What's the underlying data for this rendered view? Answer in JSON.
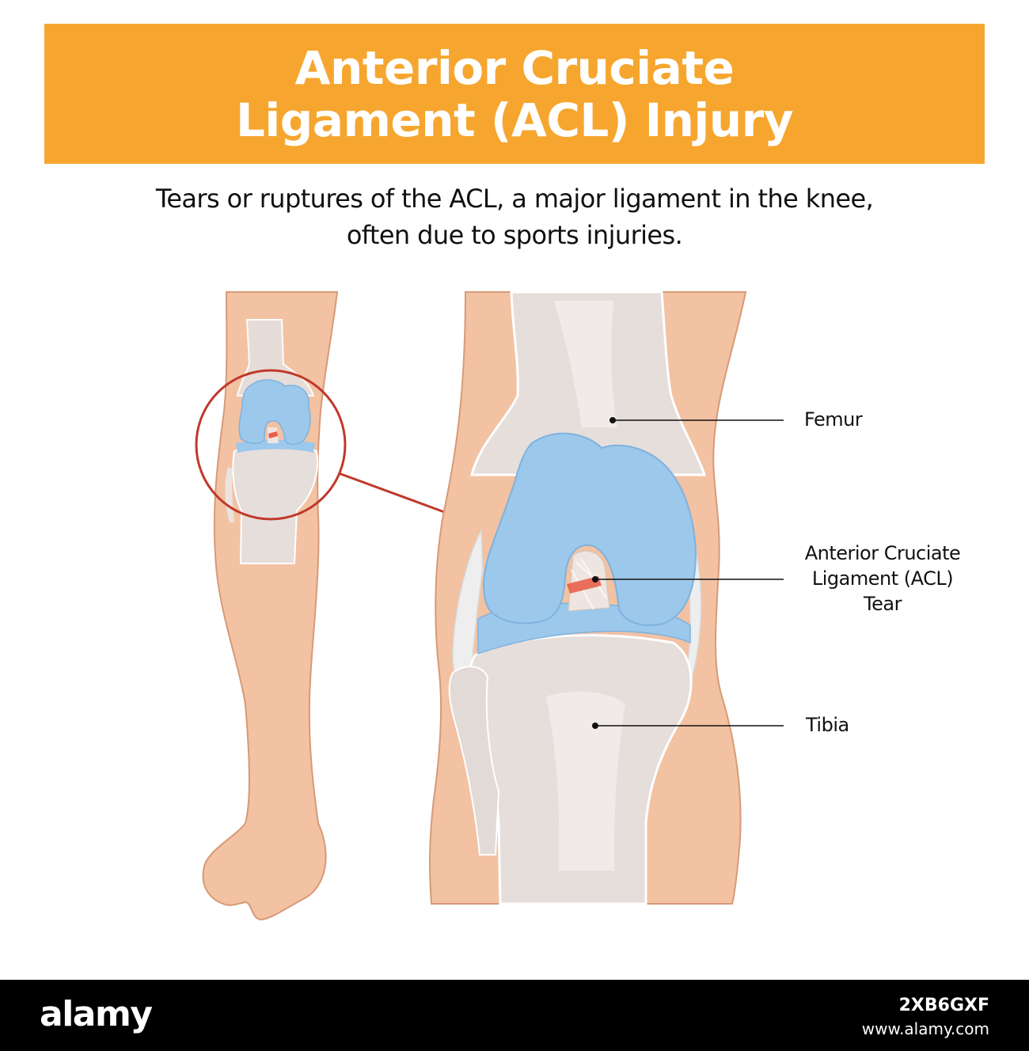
{
  "header": {
    "title_line1": "Anterior Cruciate",
    "title_line2": "Ligament (ACL) Injury",
    "background_color": "#f6a62f",
    "text_color": "#ffffff"
  },
  "description": {
    "line1": "Tears or ruptures of the ACL, a major ligament in the knee,",
    "line2": "often due to sports injuries."
  },
  "labels": {
    "femur": "Femur",
    "acl_line1": "Anterior Cruciate",
    "acl_line2": "Ligament (ACL)",
    "acl_line3": "Tear",
    "tibia": "Tibia"
  },
  "colors": {
    "skin": "#f2c2a3",
    "skin_outline": "#d79a78",
    "bone": "#e6dedb",
    "cartilage": "#9cc8ec",
    "highlight_circle": "#c0392b",
    "tear": "#e8604a"
  },
  "footer": {
    "logo": "alamy",
    "image_id": "2XB6GXF",
    "site": "www.alamy.com"
  }
}
